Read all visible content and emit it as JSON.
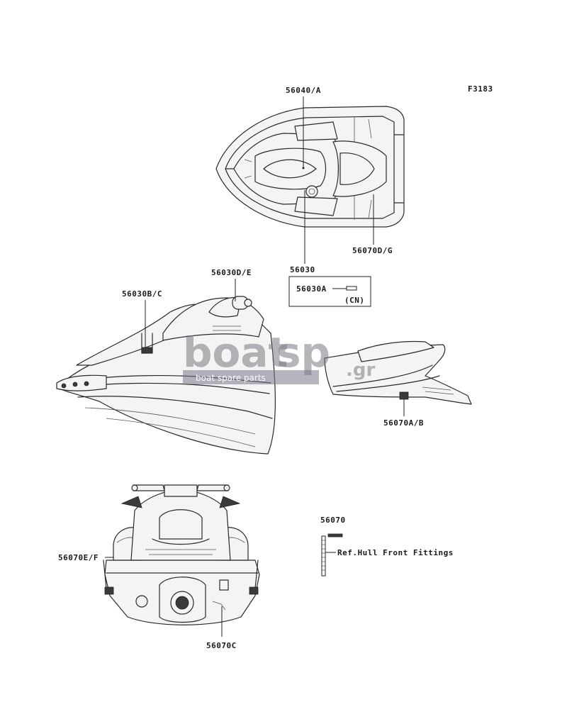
{
  "figure_code": "F3183",
  "parts": {
    "p56040A": "56040/A",
    "p56070DG": "56070D/G",
    "p56030": "56030",
    "p56030A": "56030A",
    "cn": "(CN)",
    "p56030DE": "56030D/E",
    "p56030BC": "56030B/C",
    "p56070AB": "56070A/B",
    "p56070": "56070",
    "ref_hull": "Ref.Hull Front Fittings",
    "p56070EF": "56070E/F",
    "p56070C": "56070C"
  },
  "watermark": {
    "brand_left": "boat",
    "brand_right": "sp",
    "suffix": ".gr",
    "tagline": "boat spare parts"
  }
}
